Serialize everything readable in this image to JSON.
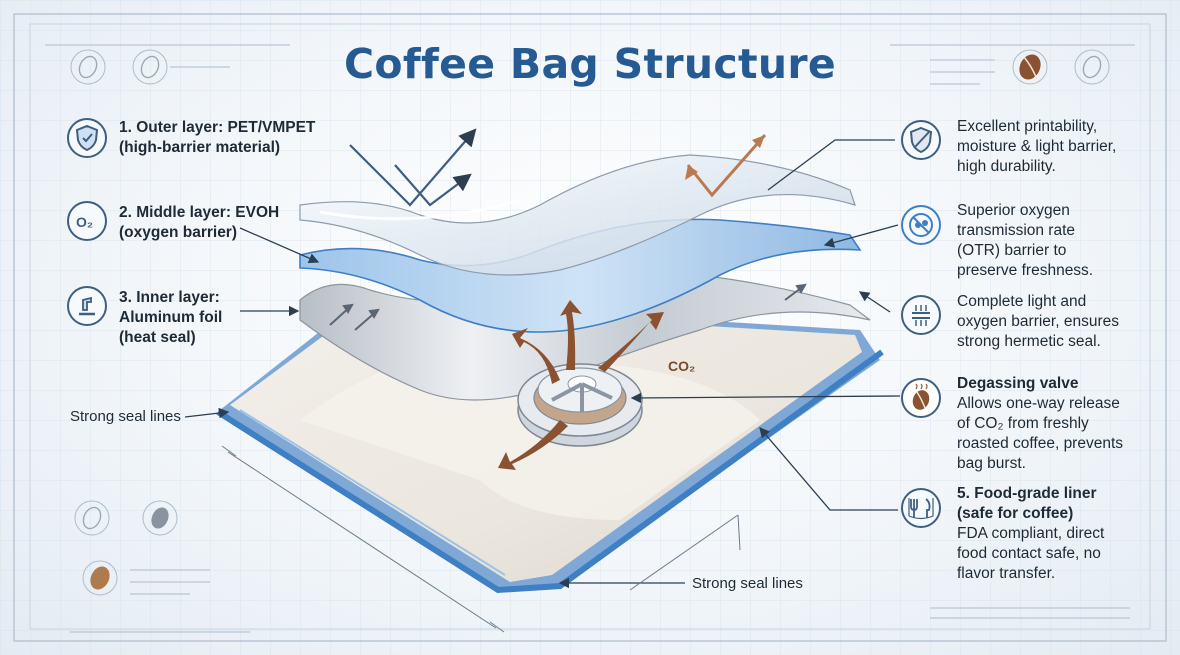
{
  "title": "Coffee Bag Structure",
  "layers_left": [
    {
      "title": "1. Outer layer: PET/VMPET",
      "sub": "(high-barrier material)",
      "icon": "shield-icon"
    },
    {
      "title": "2. Middle layer: EVOH",
      "sub": "(oxygen barrier)",
      "icon": "o2-icon"
    },
    {
      "title": "3. Inner layer:",
      "title2": "Aluminum foil",
      "sub": "(heat seal)",
      "icon": "heat-seal-icon"
    }
  ],
  "o2_icon_text": "O₂",
  "seal_left": "Strong seal lines",
  "seal_bottom": "Strong seal lines",
  "co2_label": "CO₂",
  "right_notes": [
    {
      "lines": [
        "Excellent printability,",
        "moisture & light barrier,",
        "high durability."
      ],
      "icon": "shield-slash-icon"
    },
    {
      "lines": [
        "Superior oxygen",
        "transmission rate",
        "(OTR) barrier to",
        "preserve freshness."
      ],
      "icon": "no-oxygen-icon"
    },
    {
      "lines": [
        "Complete light and",
        "oxygen barrier, ensures",
        "strong hermetic seal."
      ],
      "icon": "layers-icon"
    }
  ],
  "valve": {
    "title": "Degassing valve",
    "lines": [
      "Allows one-way release",
      "of CO₂ from freshly",
      "roasted coffee, prevents",
      "bag burst."
    ],
    "icon": "coffee-bean-icon"
  },
  "liner": {
    "title": "5. Food-grade liner",
    "title2": "(safe for coffee)",
    "lines": [
      "FDA compliant, direct",
      "food contact safe, no",
      "flavor transfer."
    ],
    "icon": "cutlery-icon"
  },
  "colors": {
    "title": "#255a92",
    "accent_blue": "#3f7fc4",
    "coffee_brown": "#8a5230"
  }
}
